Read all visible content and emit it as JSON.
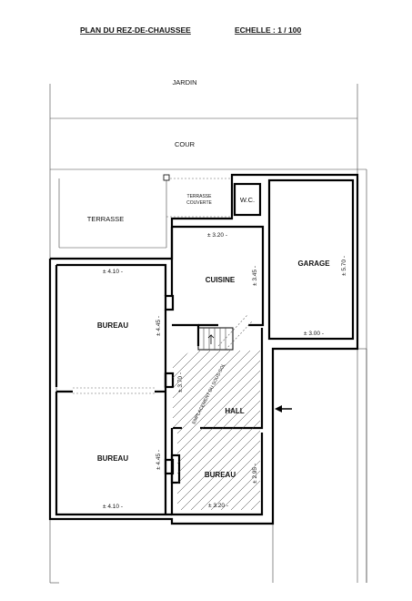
{
  "header": {
    "title": "PLAN DU REZ-DE-CHAUSSEE",
    "scale": "ECHELLE : 1 / 100"
  },
  "labels": {
    "jardin": "JARDIN",
    "cour": "COUR",
    "terrasse": "TERRASSE",
    "terrasse_couverte_1": "TERRASSE",
    "terrasse_couverte_2": "COUVERTE",
    "wc": "W.C.",
    "garage": "GARAGE",
    "cuisine": "CUISINE",
    "bureau_top": "BUREAU",
    "bureau_bottom": "BUREAU",
    "bureau_small": "BUREAU",
    "hall": "HALL",
    "sous_sol": "EMPLACEMENT DU SOUS-SOL"
  },
  "dimensions": {
    "cuisine_top": "± 3.20 -",
    "cuisine_side": "± 3.45 -",
    "garage_side": "± 5.70 -",
    "garage_bottom": "± 3.00 -",
    "bureau_top_top": "± 4.10 -",
    "bureau_top_side": "± 4.45 -",
    "hall_side": "± 3.70 -",
    "bureau_bottom_side": "± 4.45 -",
    "bureau_bottom_bottom": "± 4.10 -",
    "bureau_small_side": "± 2.95 -",
    "bureau_small_bottom": "± 3.20 -"
  },
  "icons": {
    "entrance": "arrow-left-icon"
  },
  "colors": {
    "ink": "#000000",
    "paper": "#ffffff"
  }
}
